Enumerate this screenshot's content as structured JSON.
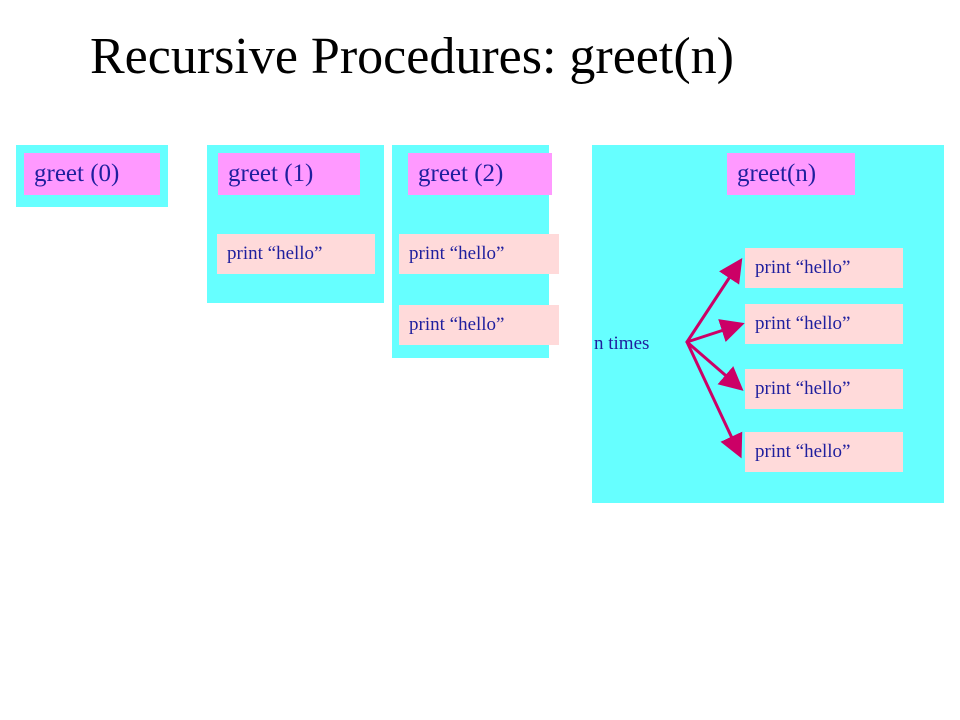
{
  "title": "Recursive Procedures: greet(n)",
  "colors": {
    "panel": "#66ffff",
    "label": "#ff99ff",
    "statement": "#ffdada",
    "text": "#1f1f9e",
    "arrow": "#cc0066"
  },
  "panels": [
    {
      "label": "greet (0)",
      "statements": []
    },
    {
      "label": "greet (1)",
      "statements": [
        "print “hello”"
      ]
    },
    {
      "label": "greet (2)",
      "statements": [
        "print “hello”",
        "print “hello”"
      ]
    },
    {
      "label": "greet(n)",
      "repeat_label": "n times",
      "statements": [
        "print “hello”",
        "print “hello”",
        "print “hello”",
        "print “hello”"
      ]
    }
  ]
}
